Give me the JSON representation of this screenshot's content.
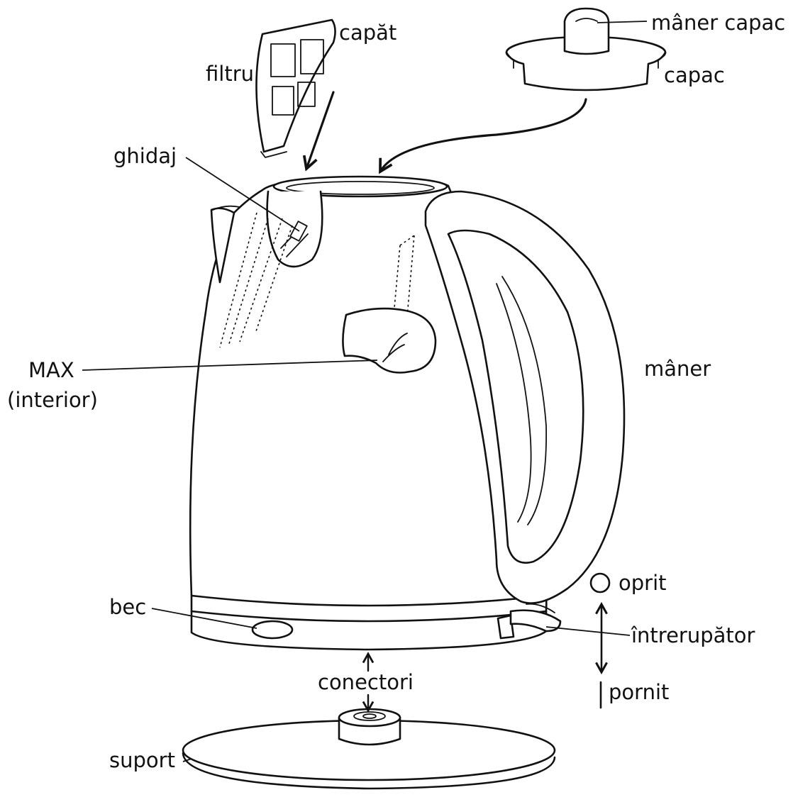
{
  "labels": {
    "filter_tip": "capăt",
    "filter": "filtru",
    "lid_handle": "mâner capac",
    "lid": "capac",
    "guide": "ghidaj",
    "max_line1": "MAX",
    "max_line2": "(interior)",
    "handle": "mâner",
    "off": "oprit",
    "lamp": "bec",
    "switch": "întrerupător",
    "connectors": "conectori",
    "on": "pornit",
    "base": "suport"
  },
  "icons": {
    "off_symbol": "circle-off-icon",
    "on_symbol": "bar-on-icon",
    "switch_direction": "double-arrow-icon"
  },
  "colors": {
    "line": "#111111",
    "background": "#ffffff"
  }
}
